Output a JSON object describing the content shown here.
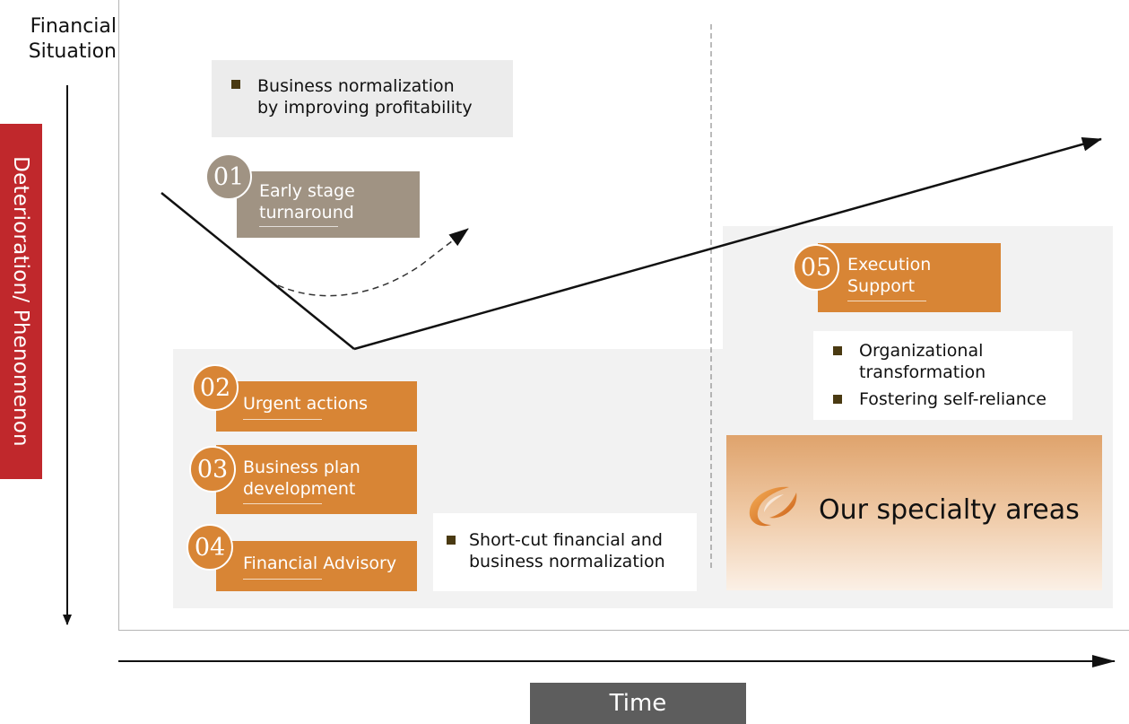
{
  "y_axis": {
    "title_line1": "Financial",
    "title_line2": "Situation",
    "band_label": "Deterioration/ Phenomenon"
  },
  "x_axis": {
    "label": "Time"
  },
  "top_note": {
    "line1": "Business normalization",
    "line2": "by improving profitability"
  },
  "steps": [
    {
      "number": "01",
      "line1": "Early stage",
      "line2": "turnaround",
      "color": "#a09383"
    },
    {
      "number": "02",
      "line1": "Urgent actions",
      "line2": "",
      "color": "#d88535"
    },
    {
      "number": "03",
      "line1": "Business plan",
      "line2": "development",
      "color": "#d88535"
    },
    {
      "number": "04",
      "line1": "Financial Advisory",
      "line2": "",
      "color": "#d88535"
    },
    {
      "number": "05",
      "line1": "Execution",
      "line2": "Support",
      "color": "#d88535"
    }
  ],
  "mid_note": {
    "line1": "Short-cut financial and",
    "line2": "business normalization"
  },
  "right_note": {
    "item1_line1": "Organizational",
    "item1_line2": "transformation",
    "item2": "Fostering self-reliance"
  },
  "specialty": {
    "label": "Our specialty areas",
    "icon": "swirl-logo-icon"
  },
  "colors": {
    "accent_orange": "#d88535",
    "taupe": "#a09383",
    "deterioration_red": "#c0282c",
    "panel_gray": "#f2f2f2"
  }
}
